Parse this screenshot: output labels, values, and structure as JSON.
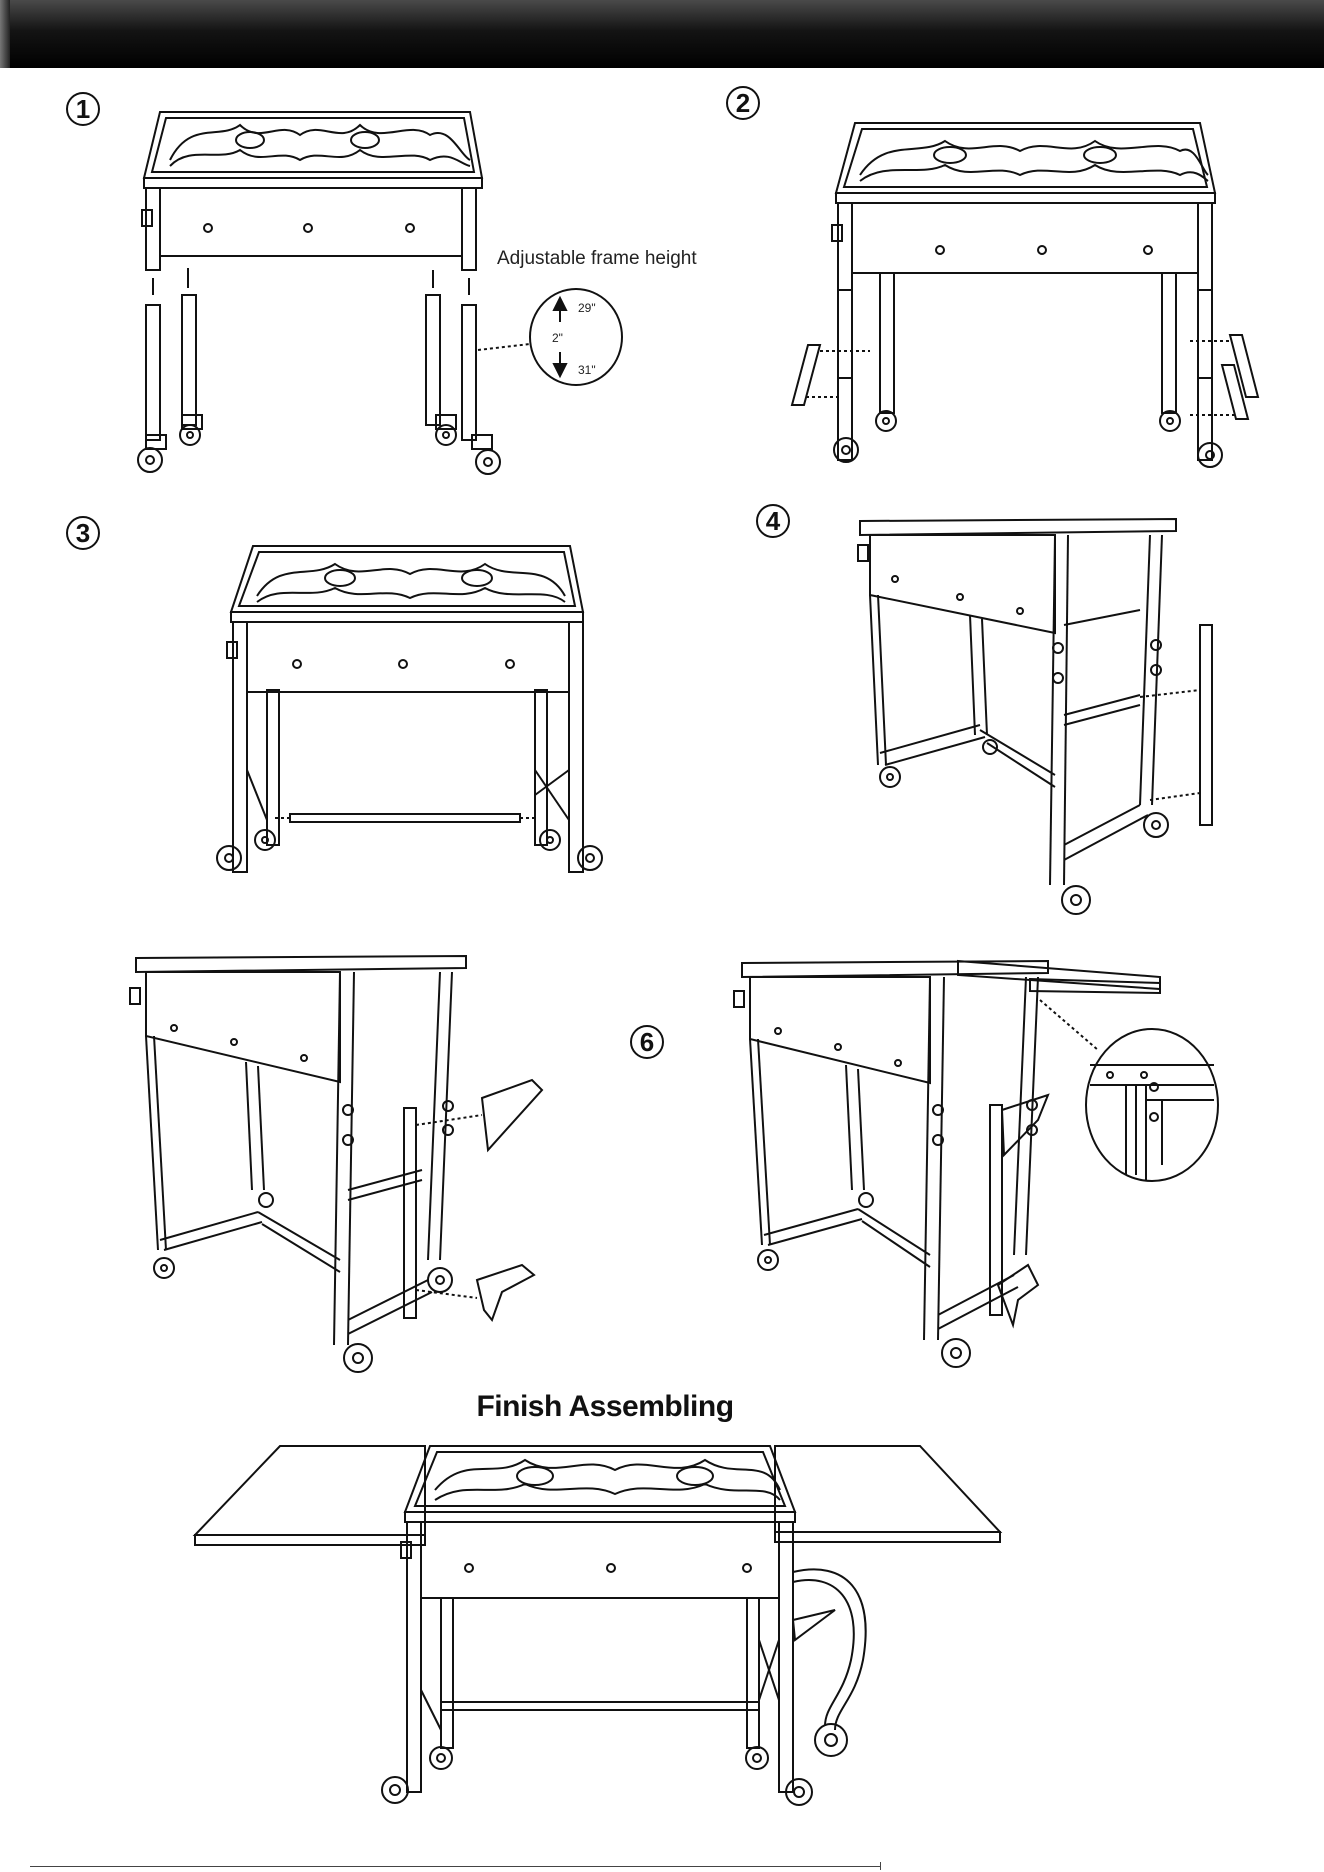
{
  "steps": [
    {
      "number": "1"
    },
    {
      "number": "2"
    },
    {
      "number": "3"
    },
    {
      "number": "4"
    },
    {
      "number": "6"
    }
  ],
  "step1": {
    "caption": "Adjustable frame height",
    "dial": {
      "top": "29\"",
      "middle": "2\"",
      "bottom": "31\""
    }
  },
  "finish": {
    "title": "Finish Assembling"
  },
  "icons": [
    "wheel-icon",
    "arrow-up-icon",
    "arrow-down-icon"
  ]
}
